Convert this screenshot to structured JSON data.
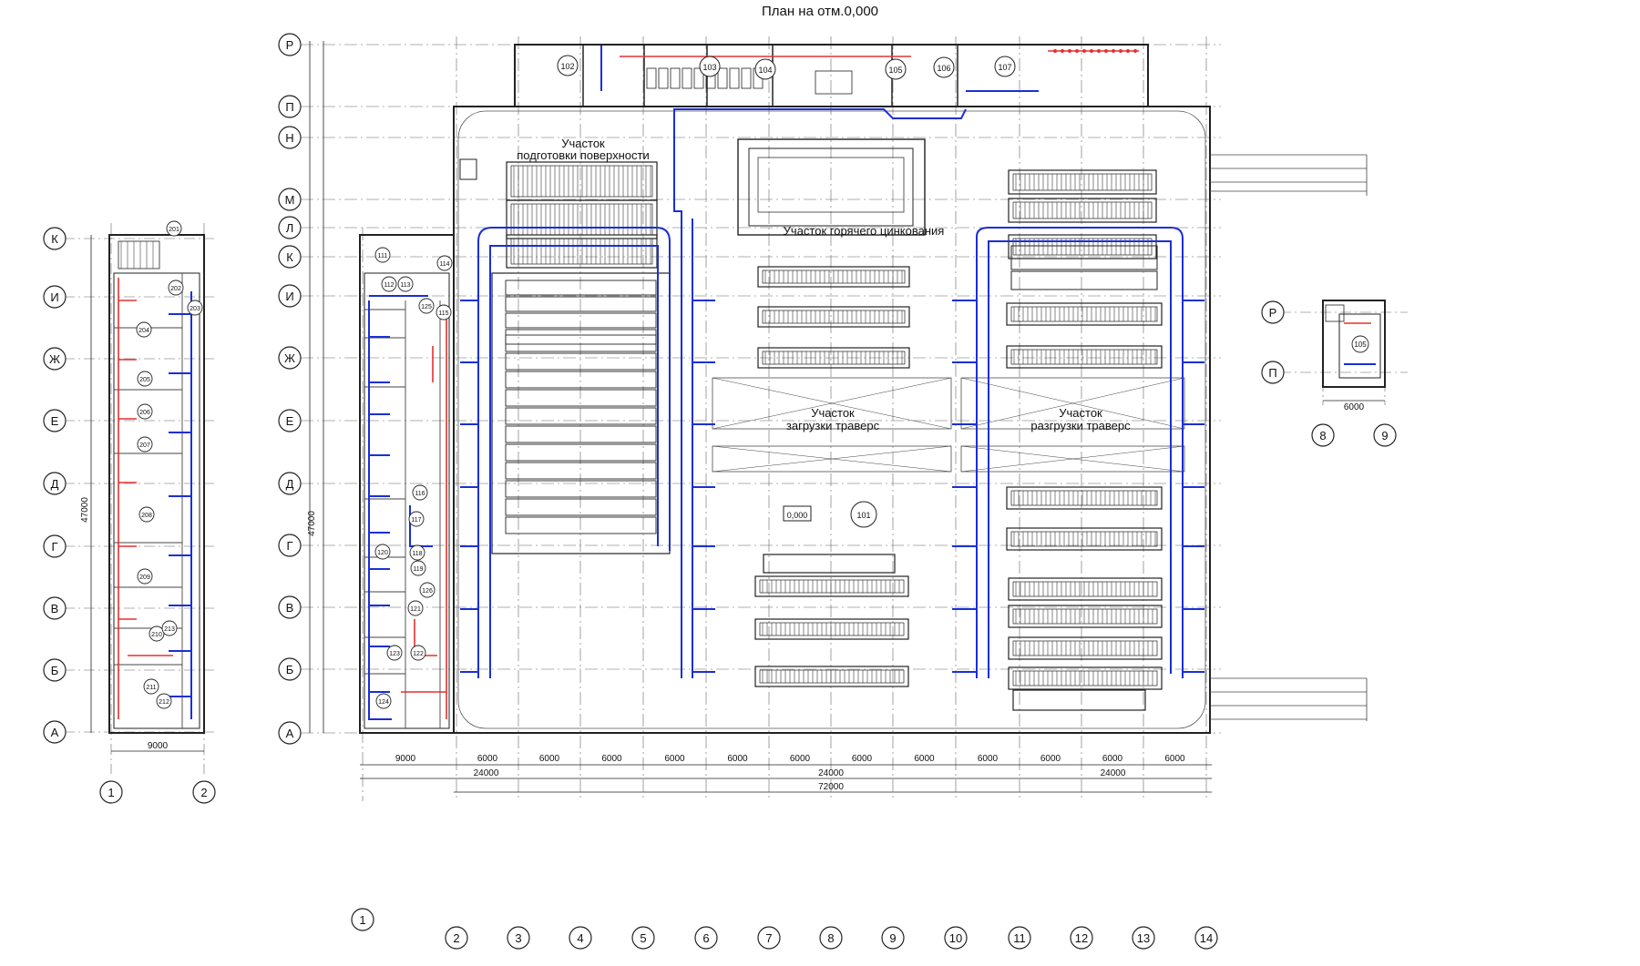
{
  "title": "План на отм.0,000",
  "colors": {
    "line": "#222222",
    "duct": "#1b2fd6",
    "pipe": "#e53030",
    "grid": "#666666"
  },
  "axes": {
    "letters_main": [
      "Р",
      "П",
      "Н",
      "М",
      "Л",
      "К",
      "И",
      "Ж",
      "Е",
      "Д",
      "Г",
      "В",
      "Б",
      "А"
    ],
    "letters_left": [
      "К",
      "И",
      "Ж",
      "Е",
      "Д",
      "Г",
      "В",
      "Б",
      "А"
    ],
    "letters_right": [
      "Р",
      "П"
    ],
    "numbers_main": [
      "2",
      "3",
      "4",
      "5",
      "6",
      "7",
      "8",
      "9",
      "10",
      "11",
      "12",
      "13",
      "14"
    ],
    "number_1": "1",
    "numbers_left": [
      "1",
      "2"
    ],
    "numbers_right": [
      "8",
      "9"
    ]
  },
  "dimensions": {
    "main_bays": [
      "6000",
      "6000",
      "6000",
      "6000",
      "6000",
      "6000",
      "6000",
      "6000",
      "6000",
      "6000",
      "6000",
      "6000"
    ],
    "totals": [
      "24000",
      "24000",
      "24000"
    ],
    "overall": "72000",
    "annex_width": "9000",
    "left_width": "9000",
    "right_width": "6000",
    "left_total": "47000",
    "main_total": "47000"
  },
  "rooms": {
    "main": [
      "101",
      "102",
      "103",
      "104",
      "105",
      "106",
      "107"
    ],
    "elevation": "0,000",
    "annex": [
      "111",
      "112",
      "113",
      "114",
      "115",
      "116",
      "117",
      "118",
      "119",
      "120",
      "121",
      "122",
      "123",
      "124",
      "125",
      "126"
    ],
    "left": [
      "201",
      "202",
      "203",
      "204",
      "205",
      "206",
      "207",
      "208",
      "209",
      "210",
      "211",
      "212",
      "213"
    ],
    "right": "105"
  },
  "areas": {
    "surface_prep": [
      "Участок",
      "подготовки поверхности"
    ],
    "hot_galv": "Участок горячего цинкования",
    "loading": [
      "Участок",
      "загрузки траверс"
    ],
    "unloading": [
      "Участок",
      "разгрузки траверс"
    ]
  }
}
